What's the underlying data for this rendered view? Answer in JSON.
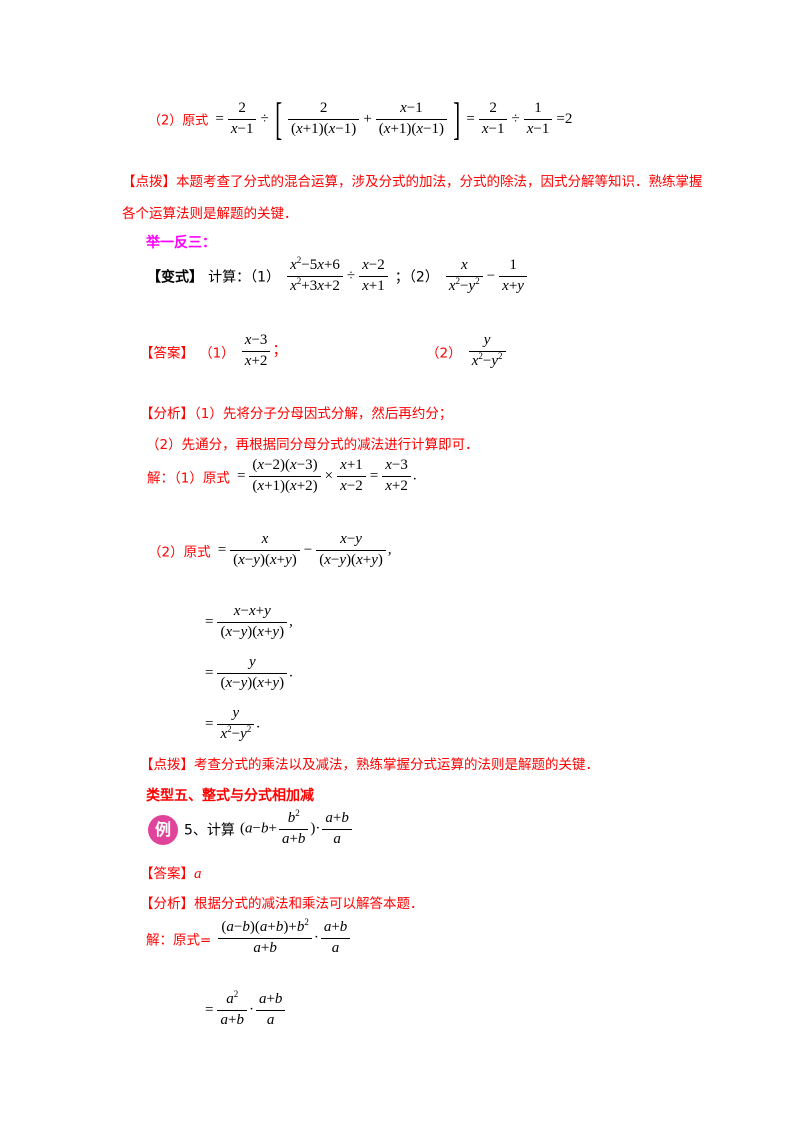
{
  "part2_label": "（2）原式",
  "tip1_line1": "【点拨】本题考查了分式的混合运算，涉及分式的加法，分式的除法，因式分解等知识．熟练掌握",
  "tip1_line2": "各个运算法则是解题的关键．",
  "practice_heading": "举一反三：",
  "variant_label": "【变式】",
  "variant_compute": "计算：（1）",
  "semicolon": "；（2）",
  "answer_label": "【答案】",
  "answer_p1": "（1）",
  "answer_p2": "（2）",
  "analysis_line1": "【分析】（1）先将分子分母因式分解，然后再约分；",
  "analysis_line2": "（2）先通分，再根据同分母分式的减法进行计算即可．",
  "solution_p1_label": "解：（1）原式",
  "solution_p2_label": "（2）原式",
  "tip2": "【点拨】考查分式的乘法以及减法，熟练掌握分式运算的法则是解题的关键．",
  "type5_heading": "类型五、整式与分式相加减",
  "example_badge": "例",
  "example5_prefix": "5、计算",
  "answer5_label": "【答案】",
  "answer5_value": "a",
  "analysis5": "【分析】根据分式的减法和乘法可以解答本题．",
  "solution5_label": "解：原式="
}
